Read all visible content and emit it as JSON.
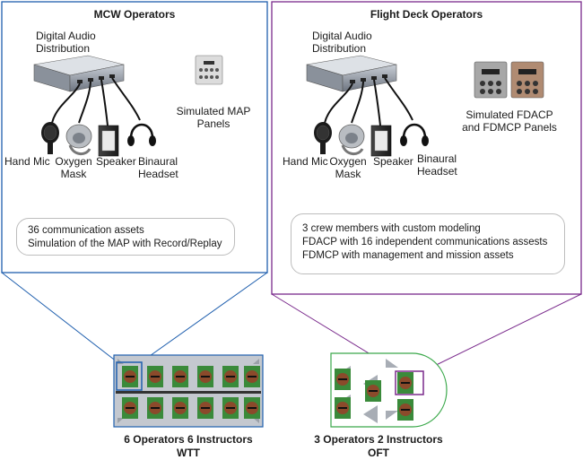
{
  "mcw": {
    "title": "MCW Operators",
    "device_label_1": "Digital Audio",
    "device_label_2": "Distribution",
    "hand_mic": "Hand Mic",
    "oxygen_mask_1": "Oxygen",
    "oxygen_mask_2": "Mask",
    "speaker": "Speaker",
    "headset_1": "Binaural",
    "headset_2": "Headset",
    "panel_label_1": "Simulated MAP",
    "panel_label_2": "Panels",
    "info": [
      "36 communication assets",
      "Simulation of the MAP with Record/Replay"
    ],
    "caption_1": "6 Operators 6 Instructors",
    "caption_2": "WTT",
    "accent": "#1f5fae"
  },
  "fdo": {
    "title": "Flight Deck Operators",
    "device_label_1": "Digital Audio",
    "device_label_2": "Distribution",
    "hand_mic": "Hand Mic",
    "oxygen_mask_1": "Oxygen",
    "oxygen_mask_2": "Mask",
    "speaker": "Speaker",
    "headset_1": "Binaural",
    "headset_2": "Headset",
    "panel_label_1": "Simulated FDACP",
    "panel_label_2": "and FDMCP Panels",
    "info": [
      "3 crew members with custom modeling",
      "FDACP with 16 independent communications assests",
      "FDMCP with management and mission assets"
    ],
    "caption_1": "3 Operators 2 Instructors",
    "caption_2": "OFT",
    "accent": "#7a2a8c",
    "room_color": "#3aa84a"
  }
}
